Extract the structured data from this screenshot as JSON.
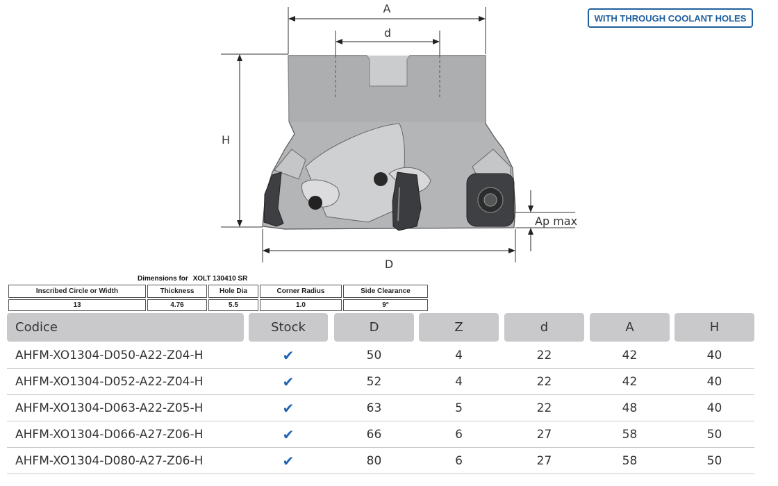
{
  "badge": "WITH THROUGH COOLANT HOLES",
  "drawing": {
    "labels": {
      "A": "A",
      "d": "d",
      "H": "H",
      "D": "D",
      "ap": "Ap max"
    }
  },
  "spec": {
    "title_prefix": "Dimensions for",
    "title_model": "XOLT 130410 SR",
    "headers": [
      "Inscribed Circle or Width",
      "Thickness",
      "Hole Dia",
      "Corner Radius",
      "Side Clearance"
    ],
    "values": [
      "13",
      "4.76",
      "5.5",
      "1.0",
      "9°"
    ]
  },
  "table": {
    "headers": [
      "Codice",
      "Stock",
      "D",
      "Z",
      "d",
      "A",
      "H"
    ],
    "check_symbol": "✔",
    "rows": [
      {
        "code": "AHFM-XO1304-D050-A22-Z04-H",
        "D": "50",
        "Z": "4",
        "d": "22",
        "A": "42",
        "H": "40"
      },
      {
        "code": "AHFM-XO1304-D052-A22-Z04-H",
        "D": "52",
        "Z": "4",
        "d": "22",
        "A": "42",
        "H": "40"
      },
      {
        "code": "AHFM-XO1304-D063-A22-Z05-H",
        "D": "63",
        "Z": "5",
        "d": "22",
        "A": "48",
        "H": "40"
      },
      {
        "code": "AHFM-XO1304-D066-A27-Z06-H",
        "D": "66",
        "Z": "6",
        "d": "27",
        "A": "58",
        "H": "50"
      },
      {
        "code": "AHFM-XO1304-D080-A27-Z06-H",
        "D": "80",
        "Z": "6",
        "d": "27",
        "A": "58",
        "H": "50"
      }
    ]
  }
}
